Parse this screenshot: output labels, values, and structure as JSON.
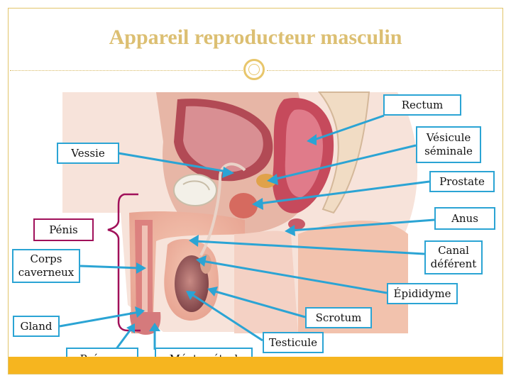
{
  "title": "Appareil reproducteur masculin",
  "labels": {
    "rectum": "Rectum",
    "vesicule": "Vésicule\nséminale",
    "vessie": "Vessie",
    "prostate": "Prostate",
    "penis": "Pénis",
    "anus": "Anus",
    "corps": "Corps\ncaverneux",
    "canal": "Canal\ndéférent",
    "epididyme": "Épididyme",
    "gland": "Gland",
    "scrotum": "Scrotum",
    "testicule": "Testicule",
    "prepuce": "Prépuce",
    "meat": "Méat urétral"
  },
  "colors": {
    "accent": "#f6b51f",
    "title": "#dcbf72",
    "leader": "#2ba4d4",
    "penis_box": "#a0105a"
  }
}
